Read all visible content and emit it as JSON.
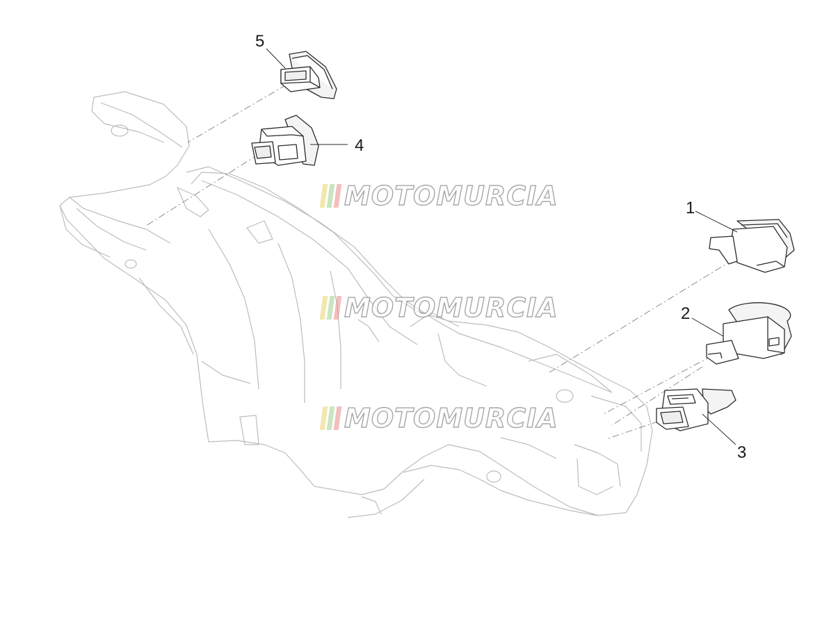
{
  "callouts": [
    {
      "id": "1",
      "label": "1"
    },
    {
      "id": "2",
      "label": "2"
    },
    {
      "id": "3",
      "label": "3"
    },
    {
      "id": "4",
      "label": "4"
    },
    {
      "id": "5",
      "label": "5"
    }
  ],
  "watermark": {
    "text": "MOTOMURCIA",
    "stripe_colors": [
      "#e9d46a",
      "#9fd08a",
      "#e98a8a"
    ]
  },
  "colors": {
    "line": "#2a2a2a",
    "ghost_line": "#b9b9b9",
    "dash": "#8c8c8c"
  }
}
